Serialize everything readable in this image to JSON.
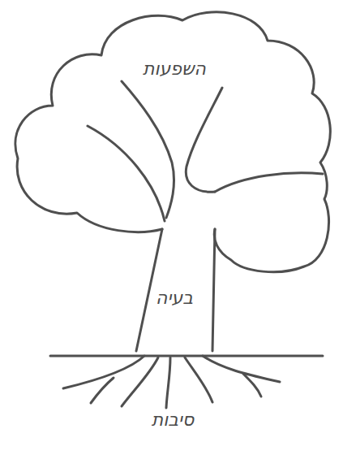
{
  "diagram": {
    "nodes": [
      {
        "text": [
          "השפעות"
        ]
      },
      {
        "text": [
          "בעיה"
        ]
      }
    ],
    "labels": [
      "סיבות"
    ]
  }
}
